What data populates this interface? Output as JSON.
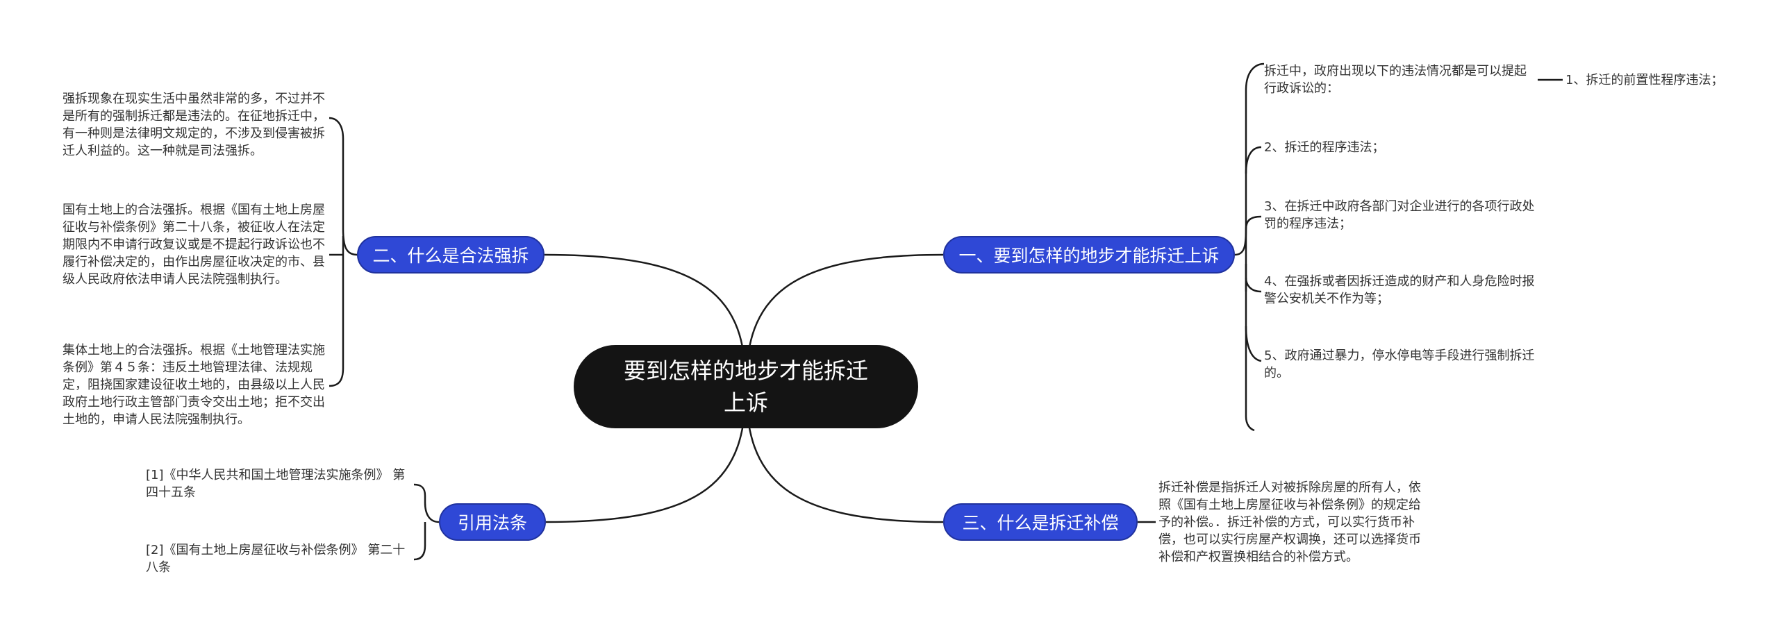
{
  "root": {
    "title": "要到怎样的地步才能拆迁上诉"
  },
  "branches": {
    "b1": {
      "label": "一、要到怎样的地步才能拆迁上诉",
      "items": [
        "拆迁中，政府出现以下的违法情况都是可以提起行政诉讼的：",
        "2、拆迁的程序违法；",
        "3、在拆迁中政府各部门对企业进行的各项行政处罚的程序违法；",
        "4、在强拆或者因拆迁造成的财产和人身危险时报警公安机关不作为等；",
        "5、政府通过暴力，停水停电等手段进行强制拆迁的。"
      ],
      "sub_item": "1、拆迁的前置性程序违法；"
    },
    "b2": {
      "label": "二、什么是合法强拆",
      "items": [
        "强拆现象在现实生活中虽然非常的多，不过并不是所有的强制拆迁都是违法的。在征地拆迁中，有一种则是法律明文规定的，不涉及到侵害被拆迁人利益的。这一种就是司法强拆。",
        "国有土地上的合法强拆。根据《国有土地上房屋征收与补偿条例》第二十八条，被征收人在法定期限内不申请行政复议或是不提起行政诉讼也不履行补偿决定的，由作出房屋征收决定的市、县级人民政府依法申请人民法院强制执行。",
        "集体土地上的合法强拆。根据《土地管理法实施条例》第４５条：违反土地管理法律、法规规定，阻挠国家建设征收土地的，由县级以上人民政府土地行政主管部门责令交出土地；拒不交出土地的，申请人民法院强制执行。"
      ]
    },
    "b3": {
      "label": "三、什么是拆迁补偿",
      "items": [
        "拆迁补偿是指拆迁人对被拆除房屋的所有人，依照《国有土地上房屋征收与补偿条例》的规定给予的补偿。．拆迁补偿的方式，可以实行货币补偿，也可以实行房屋产权调换，还可以选择货币补偿和产权置换相结合的补偿方式。"
      ]
    },
    "b4": {
      "label": "引用法条",
      "items": [
        "[1]《中华人民共和国土地管理法实施条例》 第四十五条",
        "[2]《国有土地上房屋征收与补偿条例》 第二十八条"
      ]
    }
  },
  "colors": {
    "root_bg": "#141414",
    "topic_bg": "#2f48d6",
    "topic_border": "#20329e",
    "line": "#1a1a1a",
    "text": "#333333"
  }
}
